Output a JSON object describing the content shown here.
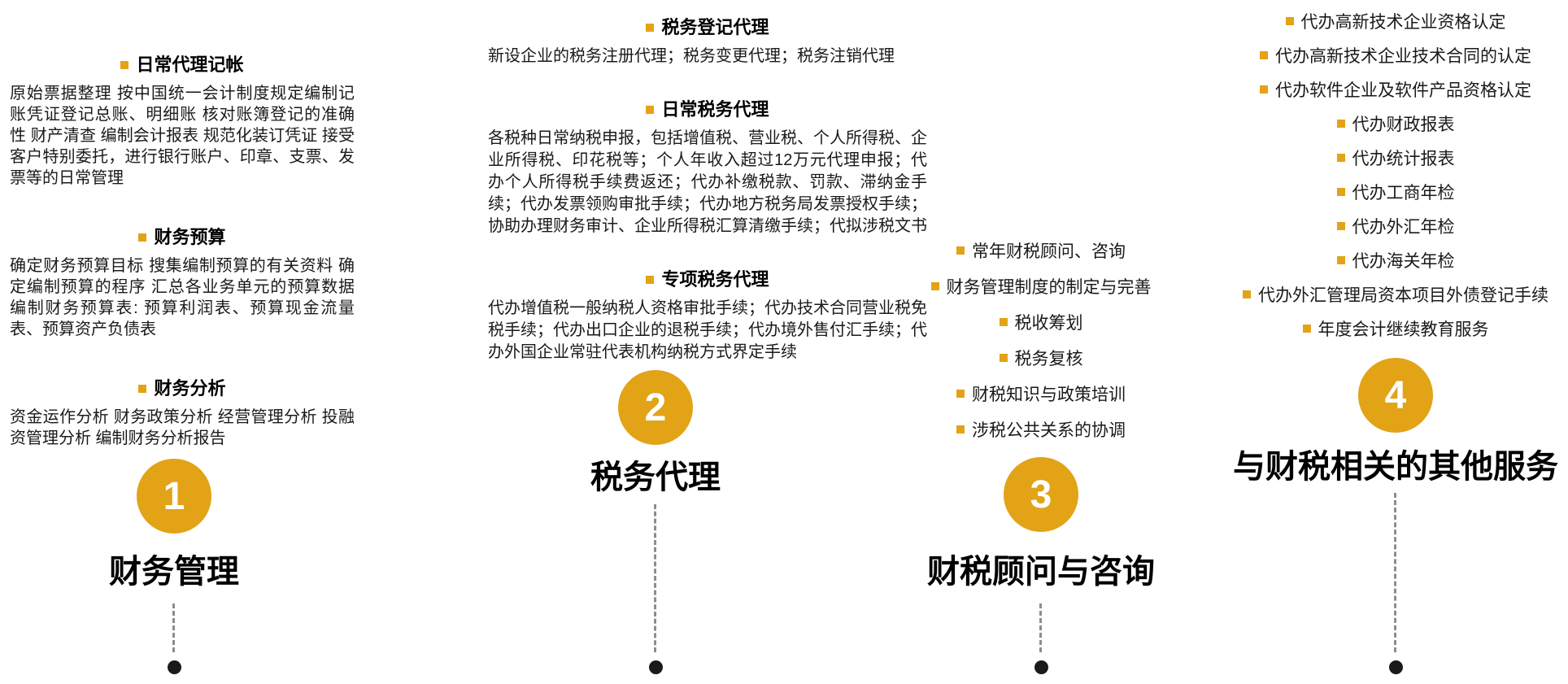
{
  "colors": {
    "accent": "#E2A317",
    "title_text": "#000000",
    "body_text": "#1A1A1A",
    "connector": "#8D8D8D",
    "endpoint": "#1A1A1A"
  },
  "columns": [
    {
      "number": "1",
      "title": "财务管理",
      "sections": [
        {
          "heading": "日常代理记帐",
          "body": "原始票据整理 按中国统一会计制度规定编制记账凭证登记总账、明细账 核对账簿登记的准确性 财产清查 编制会计报表 规范化装订凭证 接受客户特别委托，进行银行账户、印章、支票、发票等的日常管理"
        },
        {
          "heading": "财务预算",
          "body": "确定财务预算目标 搜集编制预算的有关资料 确定编制预算的程序 汇总各业务单元的预算数据 编制财务预算表: 预算利润表、预算现金流量表、预算资产负债表"
        },
        {
          "heading": "财务分析",
          "body": "资金运作分析 财务政策分析 经营管理分析 投融资管理分析 编制财务分析报告"
        }
      ]
    },
    {
      "number": "2",
      "title": "税务代理",
      "sections": [
        {
          "heading": "税务登记代理",
          "body": "新设企业的税务注册代理；税务变更代理；税务注销代理"
        },
        {
          "heading": "日常税务代理",
          "body": "各税种日常纳税申报，包括增值税、营业税、个人所得税、企业所得税、印花税等；个人年收入超过12万元代理申报；代办个人所得税手续费返还；代办补缴税款、罚款、滞纳金手续；代办发票领购审批手续；代办地方税务局发票授权手续；协助办理财务审计、企业所得税汇算清缴手续；代拟涉税文书"
        },
        {
          "heading": "专项税务代理",
          "body": "代办增值税一般纳税人资格审批手续；代办技术合同营业税免税手续；代办出口企业的退税手续；代办境外售付汇手续；代办外国企业常驻代表机构纳税方式界定手续"
        }
      ]
    },
    {
      "number": "3",
      "title": "财税顾问与咨询",
      "items": [
        "常年财税顾问、咨询",
        "财务管理制度的制定与完善",
        "税收筹划",
        "税务复核",
        "财税知识与政策培训",
        "涉税公共关系的协调"
      ]
    },
    {
      "number": "4",
      "title": "与财税相关的其他服务",
      "items": [
        "代办高新技术企业资格认定",
        "代办高新技术企业技术合同的认定",
        "代办软件企业及软件产品资格认定",
        "代办财政报表",
        "代办统计报表",
        "代办工商年检",
        "代办外汇年检",
        "代办海关年检",
        "代办外汇管理局资本项目外债登记手续",
        "年度会计继续教育服务"
      ]
    }
  ]
}
